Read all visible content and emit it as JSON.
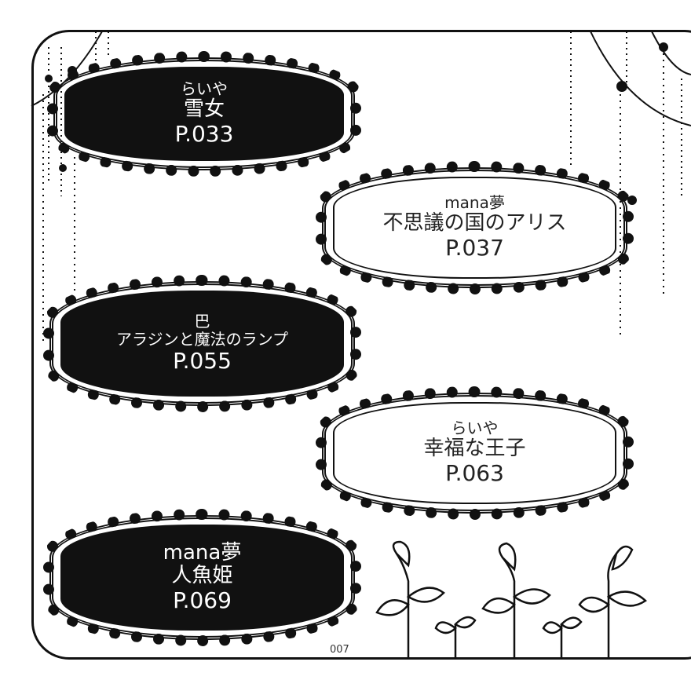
{
  "entries": [
    {
      "author": "らいや",
      "title": "雪女",
      "page": "P.033"
    },
    {
      "author": "mana夢",
      "title": "不思議の国のアリス",
      "page": "P.037"
    },
    {
      "author": "巴",
      "title": "アラジンと魔法のランプ",
      "page": "P.055"
    },
    {
      "author": "らいや",
      "title": "幸福な王子",
      "page": "P.063"
    },
    {
      "author": "mana夢",
      "title": "人魚姫",
      "page": "P.069"
    }
  ],
  "page_number": "007"
}
